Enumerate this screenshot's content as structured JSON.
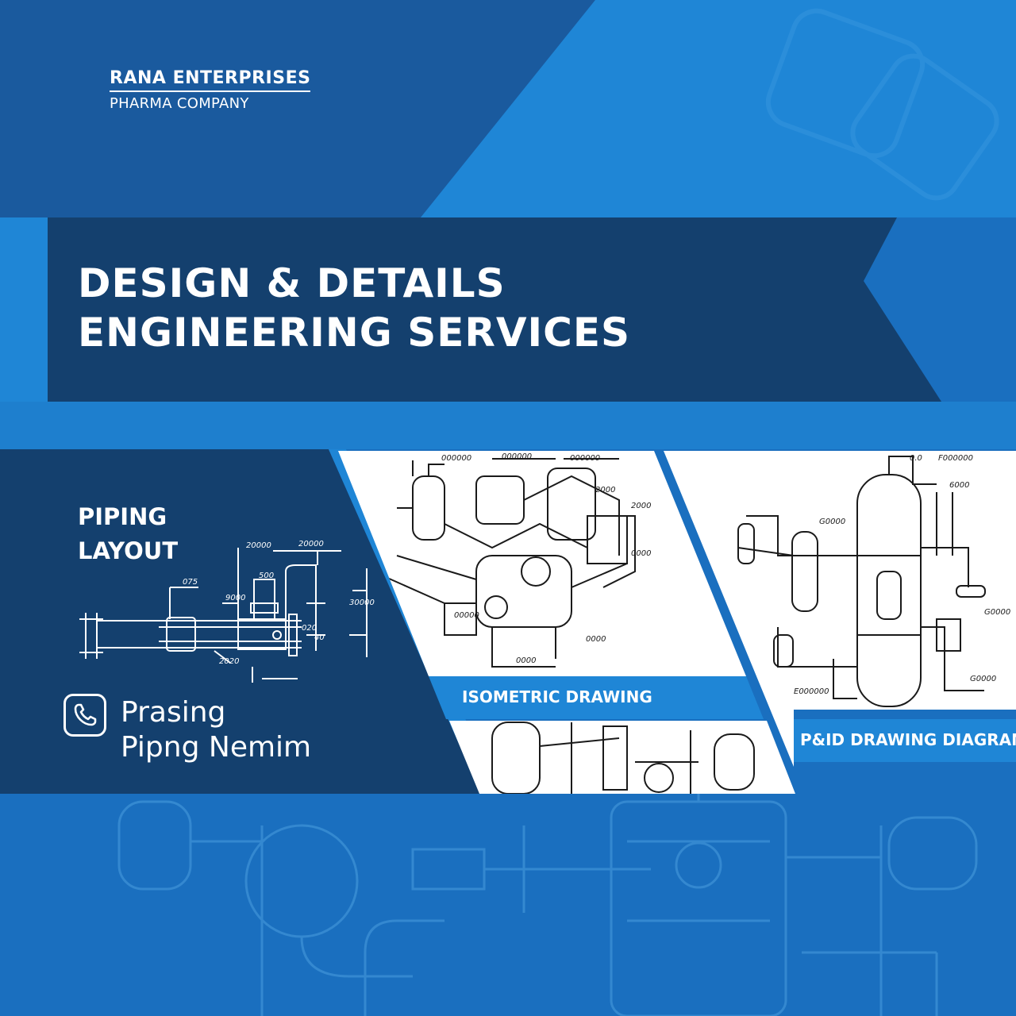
{
  "brand": {
    "name": "RANA ENTERPRISES",
    "subtitle": "PHARMA COMPANY"
  },
  "headline": {
    "line1": "DESIGN & DETAILS",
    "line2": "ENGINEERING SERVICES"
  },
  "piping_panel": {
    "title": "PIPING\nLAYOUT",
    "dimension_labels": [
      "20000",
      "20000",
      "500",
      "075",
      "9000",
      "30000",
      "40",
      "020",
      "2020"
    ]
  },
  "contact": {
    "icon": "phone-icon",
    "line1": "Prasing",
    "line2": "Pipng Nemim"
  },
  "captions": {
    "isometric": "ISOMETRIC DRAWING",
    "pid": "P&ID DRAWING DIAGRAM"
  },
  "isometric_labels": [
    "000000",
    "000000",
    "000000",
    "2000",
    "2000",
    "0000",
    "00000",
    "0000",
    "0000"
  ],
  "pid_labels": [
    "0.0",
    "F000000",
    "6000",
    "G0000",
    "G0000",
    "G0000",
    "E000000"
  ],
  "colors": {
    "background": "#1a6fbf",
    "dark_navy": "#14406e",
    "accent_blue": "#1f86d6",
    "white": "#ffffff"
  }
}
